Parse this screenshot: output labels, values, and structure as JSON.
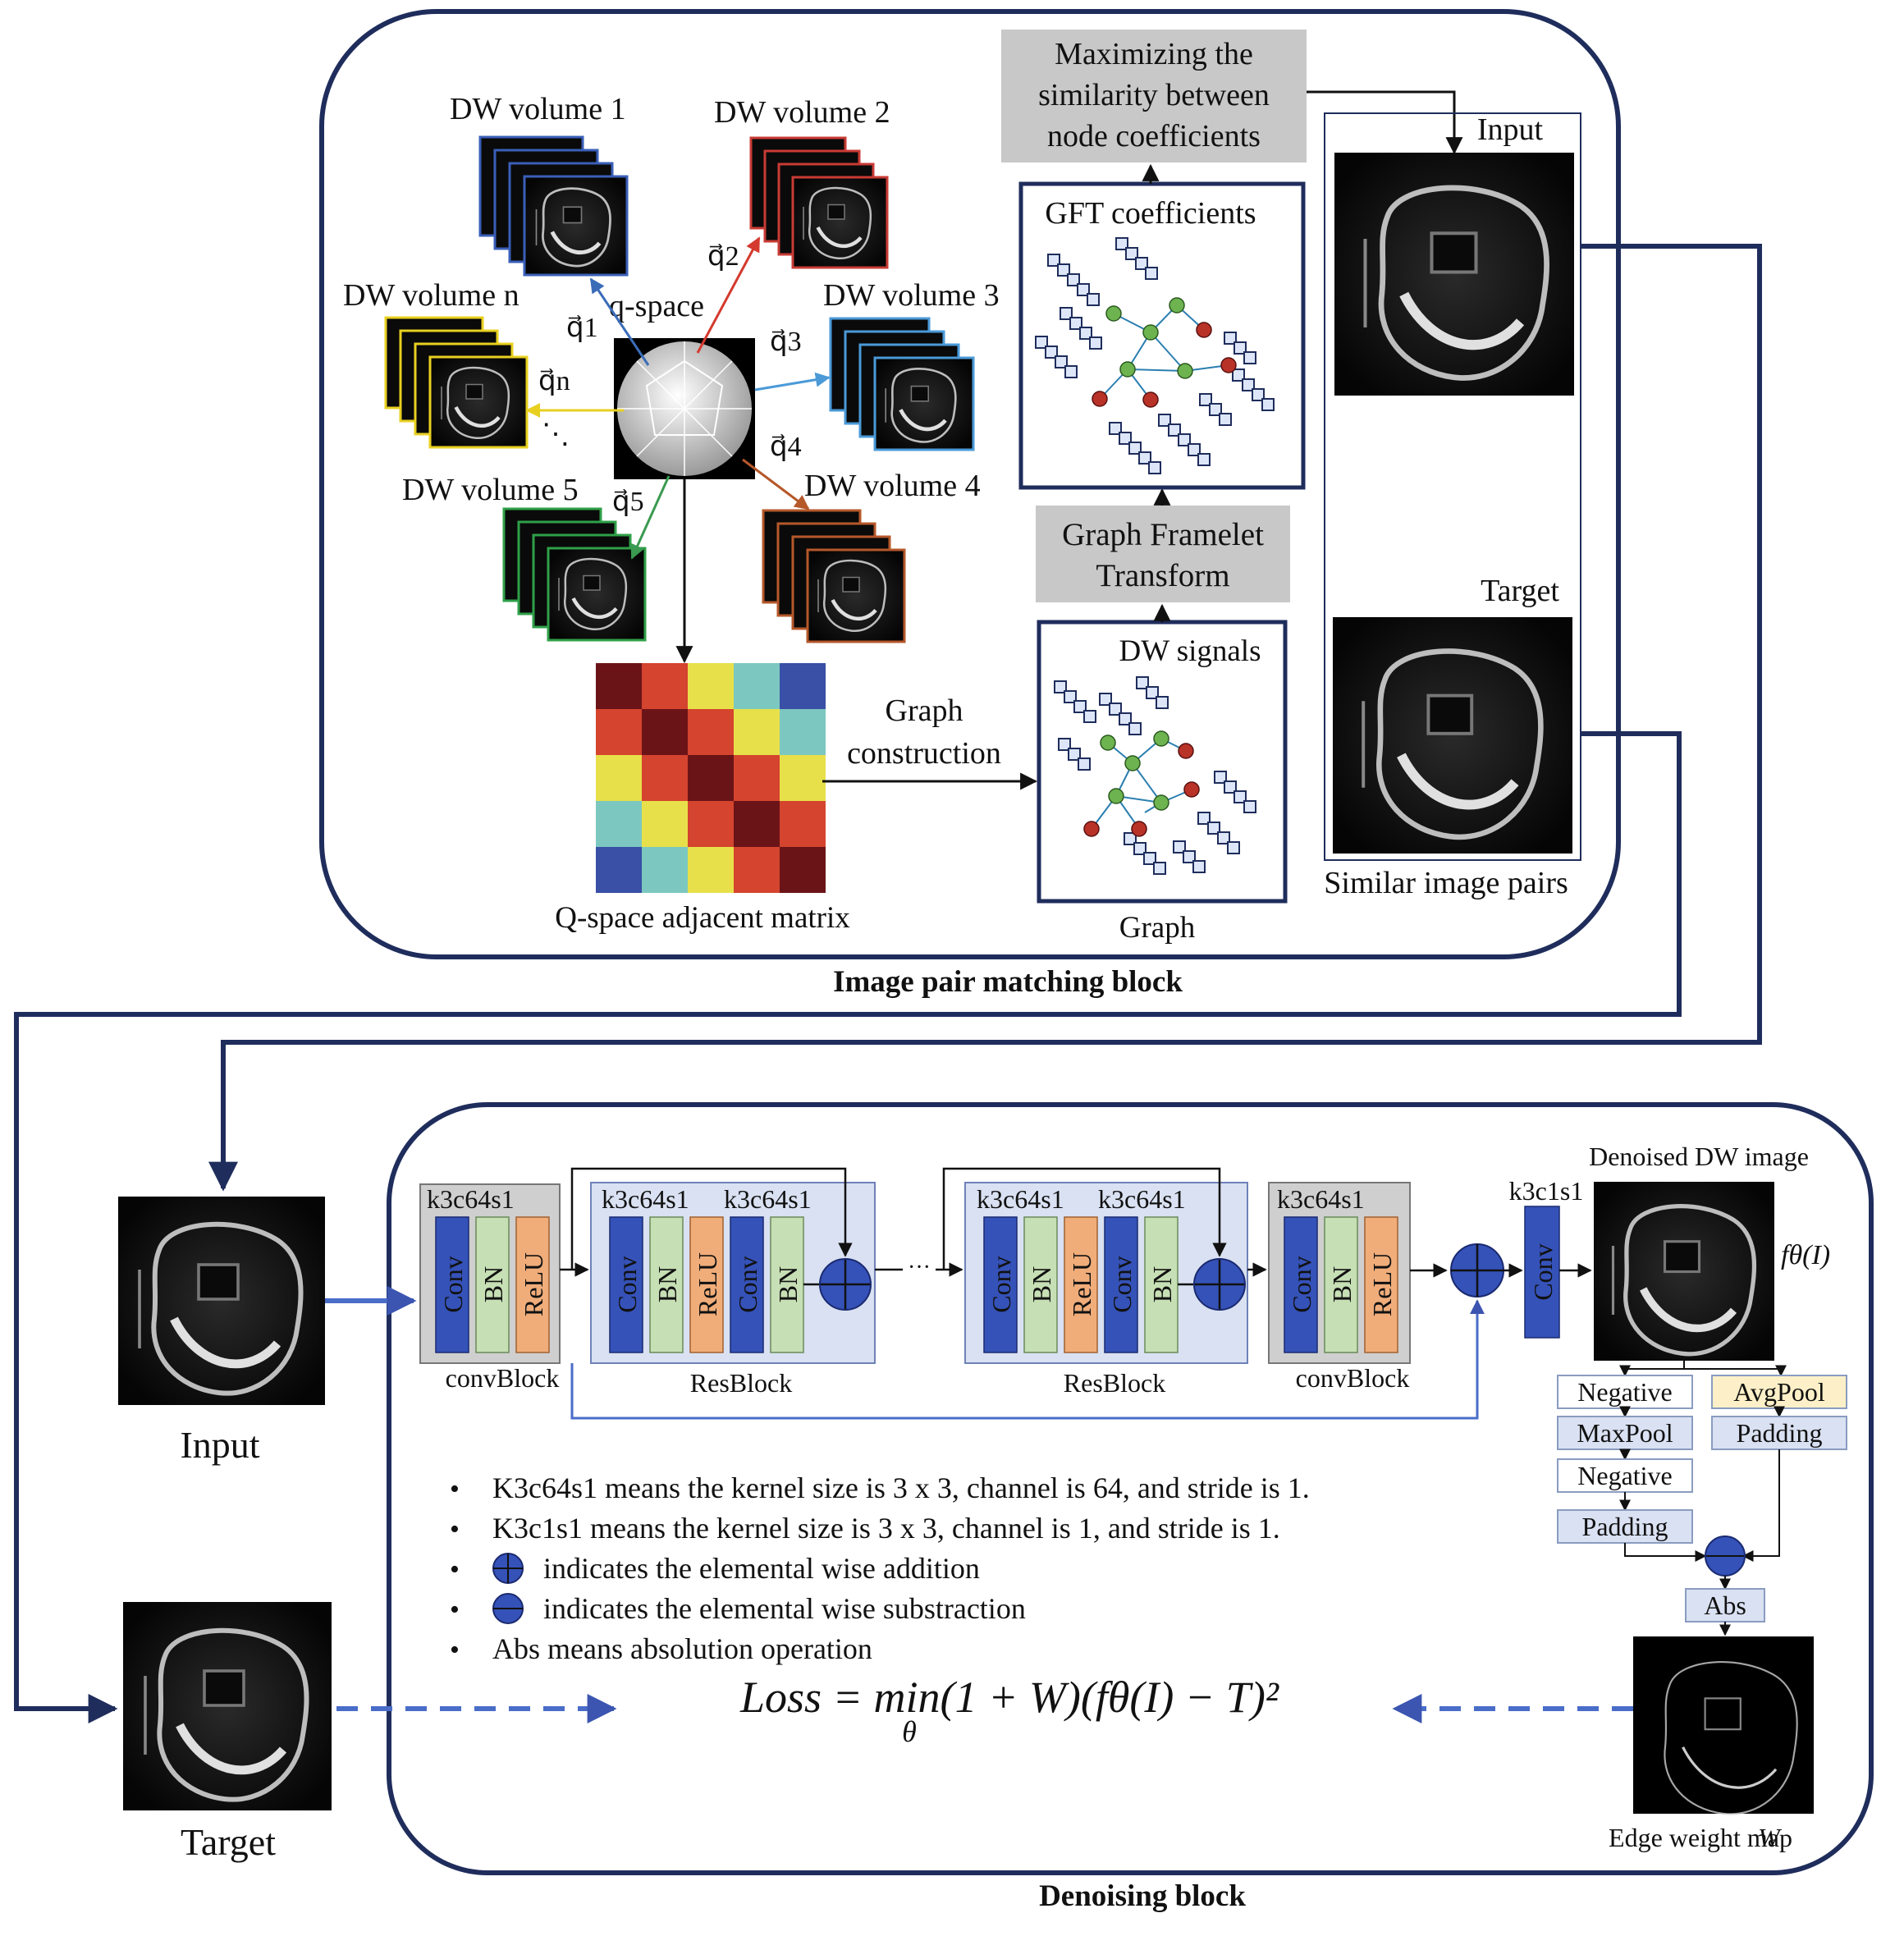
{
  "colors": {
    "navy": "#1f2d5c",
    "blue": "#3b55b0",
    "light_blue_bg": "#d9e1f2",
    "gray_box": "#c8c8c8",
    "green": "#c6dfb4",
    "orange": "#f0ad7a",
    "yellow_box": "#fdf0c8",
    "matrix": [
      "#6b1418",
      "#d4442e",
      "#e8e04a",
      "#7cc8c0",
      "#3a4fa6"
    ]
  },
  "top_block": {
    "title": "Image pair matching block",
    "dw_volume_1": "DW volume 1",
    "dw_volume_2": "DW volume 2",
    "dw_volume_3": "DW volume 3",
    "dw_volume_4": "DW volume 4",
    "dw_volume_5": "DW volume 5",
    "dw_volume_n": "DW volume n",
    "q_space": "q-space",
    "q1": "q⃗1",
    "q2": "q⃗2",
    "q3": "q⃗3",
    "q4": "q⃗4",
    "q5": "q⃗5",
    "qn": "q⃗n",
    "dots": "⋱",
    "matrix_label": "Q-space adjacent matrix",
    "graph_construction_1": "Graph",
    "graph_construction_2": "construction",
    "dw_signals": "DW signals",
    "graph_label": "Graph",
    "framelet_1": "Graph Framelet",
    "framelet_2": "Transform",
    "gft_coefficients": "GFT coefficients",
    "maximize_1": "Maximizing the",
    "maximize_2": "similarity between",
    "maximize_3": "node coefficients",
    "input_label": "Input",
    "target_label": "Target",
    "pairs_label": "Similar image pairs"
  },
  "bottom_block": {
    "title": "Denoising block",
    "input_label": "Input",
    "target_label": "Target",
    "k3c64s1": "k3c64s1",
    "k3c1s1": "k3c1s1",
    "conv": "Conv",
    "bn": "BN",
    "relu": "ReLU",
    "convblock": "convBlock",
    "resblock": "ResBlock",
    "ellipsis": "···",
    "denoised_label": "Denoised DW image",
    "f_theta": "fθ(I)",
    "negative": "Negative",
    "maxpool": "MaxPool",
    "padding": "Padding",
    "avgpool": "AvgPool",
    "abs": "Abs",
    "edge_label": "Edge weight map",
    "edge_w": "W",
    "bullets": [
      "K3c64s1 means the kernel size is 3 x 3, channel is 64, and stride is 1.",
      "K3c1s1 means the kernel size is 3 x 3, channel is 1, and stride is 1.",
      "indicates the elemental wise addition",
      "indicates the elemental wise substraction",
      "Abs means absolution operation"
    ],
    "loss": "Loss = min(1 + W)(fθ(I) − T)²",
    "loss_sub": "θ"
  }
}
